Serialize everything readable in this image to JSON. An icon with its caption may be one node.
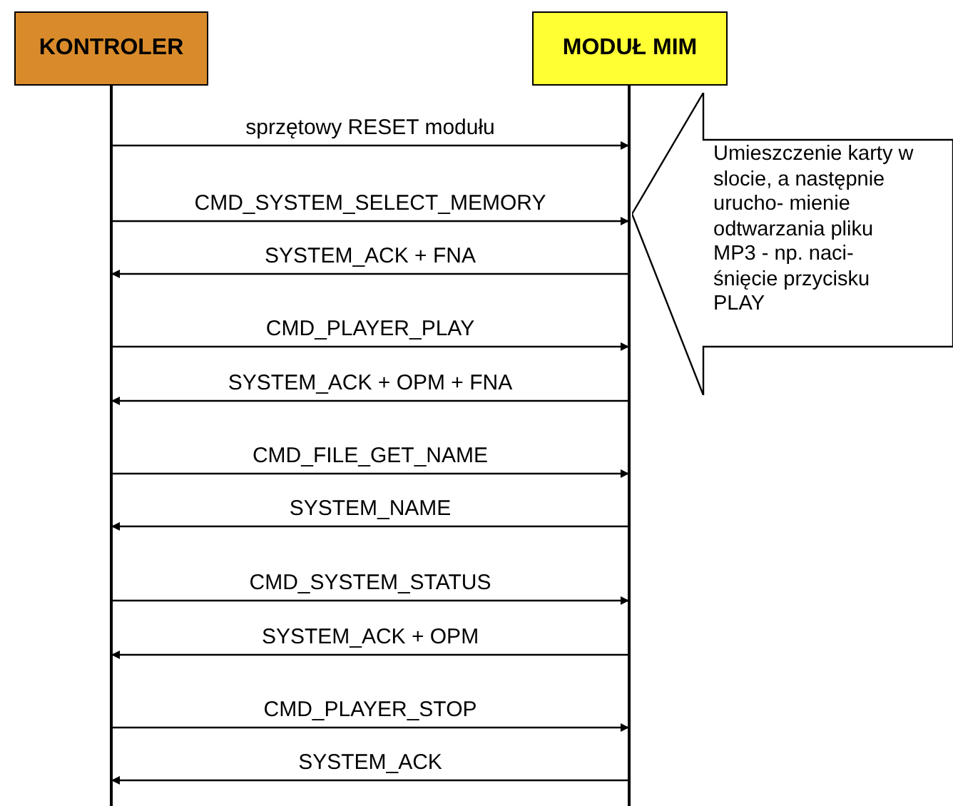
{
  "diagram": {
    "nodes": [
      {
        "text": [
          "KONTROLER"
        ]
      },
      {
        "text": [
          "MODUŁ MIM"
        ]
      },
      {
        "text": [
          "Umieszczenie karty w slocie, a następnie urucho- mienie odtwarzania pliku MP3 - np. naci- śnięcie przycisku PLAY"
        ]
      }
    ],
    "edges": [
      {
        "from": 0,
        "to": 1,
        "arrow": "to",
        "label": "sprzętowy RESET modułu"
      },
      {
        "from": 0,
        "to": 1,
        "arrow": "to",
        "label": "CMD_SYSTEM_SELECT_MEMORY"
      },
      {
        "from": 1,
        "to": 0,
        "arrow": "to",
        "label": "SYSTEM_ACK + FNA"
      },
      {
        "from": 0,
        "to": 1,
        "arrow": "to",
        "label": "CMD_PLAYER_PLAY"
      },
      {
        "from": 1,
        "to": 0,
        "arrow": "to",
        "label": "SYSTEM_ACK + OPM + FNA"
      },
      {
        "from": 0,
        "to": 1,
        "arrow": "to",
        "label": "CMD_FILE_GET_NAME"
      },
      {
        "from": 1,
        "to": 0,
        "arrow": "to",
        "label": "SYSTEM_NAME"
      },
      {
        "from": 0,
        "to": 1,
        "arrow": "to",
        "label": "CMD_SYSTEM_STATUS"
      },
      {
        "from": 1,
        "to": 0,
        "arrow": "to",
        "label": "SYSTEM_ACK + OPM"
      },
      {
        "from": 0,
        "to": 1,
        "arrow": "to",
        "label": "CMD_PLAYER_STOP"
      },
      {
        "from": 1,
        "to": 0,
        "arrow": "to",
        "label": "SYSTEM_ACK"
      }
    ]
  }
}
